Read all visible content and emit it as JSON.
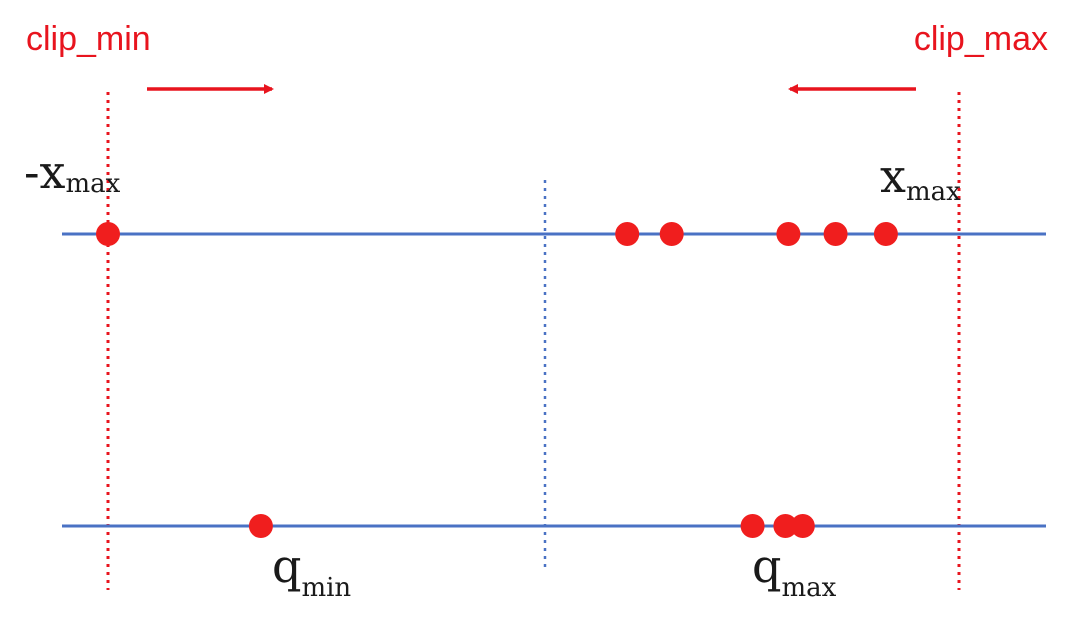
{
  "labels": {
    "clip_min": "clip_min",
    "clip_max": "clip_max",
    "neg_x_max_base": "-x",
    "neg_x_max_sub": "max",
    "x_max_base": "x",
    "x_max_sub": "max",
    "q_min_base": "q",
    "q_min_sub": "min",
    "q_max_base": "q",
    "q_max_sub": "max"
  },
  "arrows": {
    "clip_min_direction": "right",
    "clip_max_direction": "left"
  },
  "colors": {
    "axis": "#4a72c4",
    "point": "#f01e1e",
    "clip_line": "#e8141e",
    "label_red": "#e8141e",
    "text": "#1a1a1a"
  },
  "top_axis_points": [
    -1.0,
    0.188,
    0.29,
    0.557,
    0.665,
    0.78
  ],
  "bottom_axis_points": [
    -0.65,
    0.475,
    0.55,
    0.59
  ],
  "domain": {
    "clip_min": -1.0,
    "clip_max": 0.95,
    "center": 0
  }
}
